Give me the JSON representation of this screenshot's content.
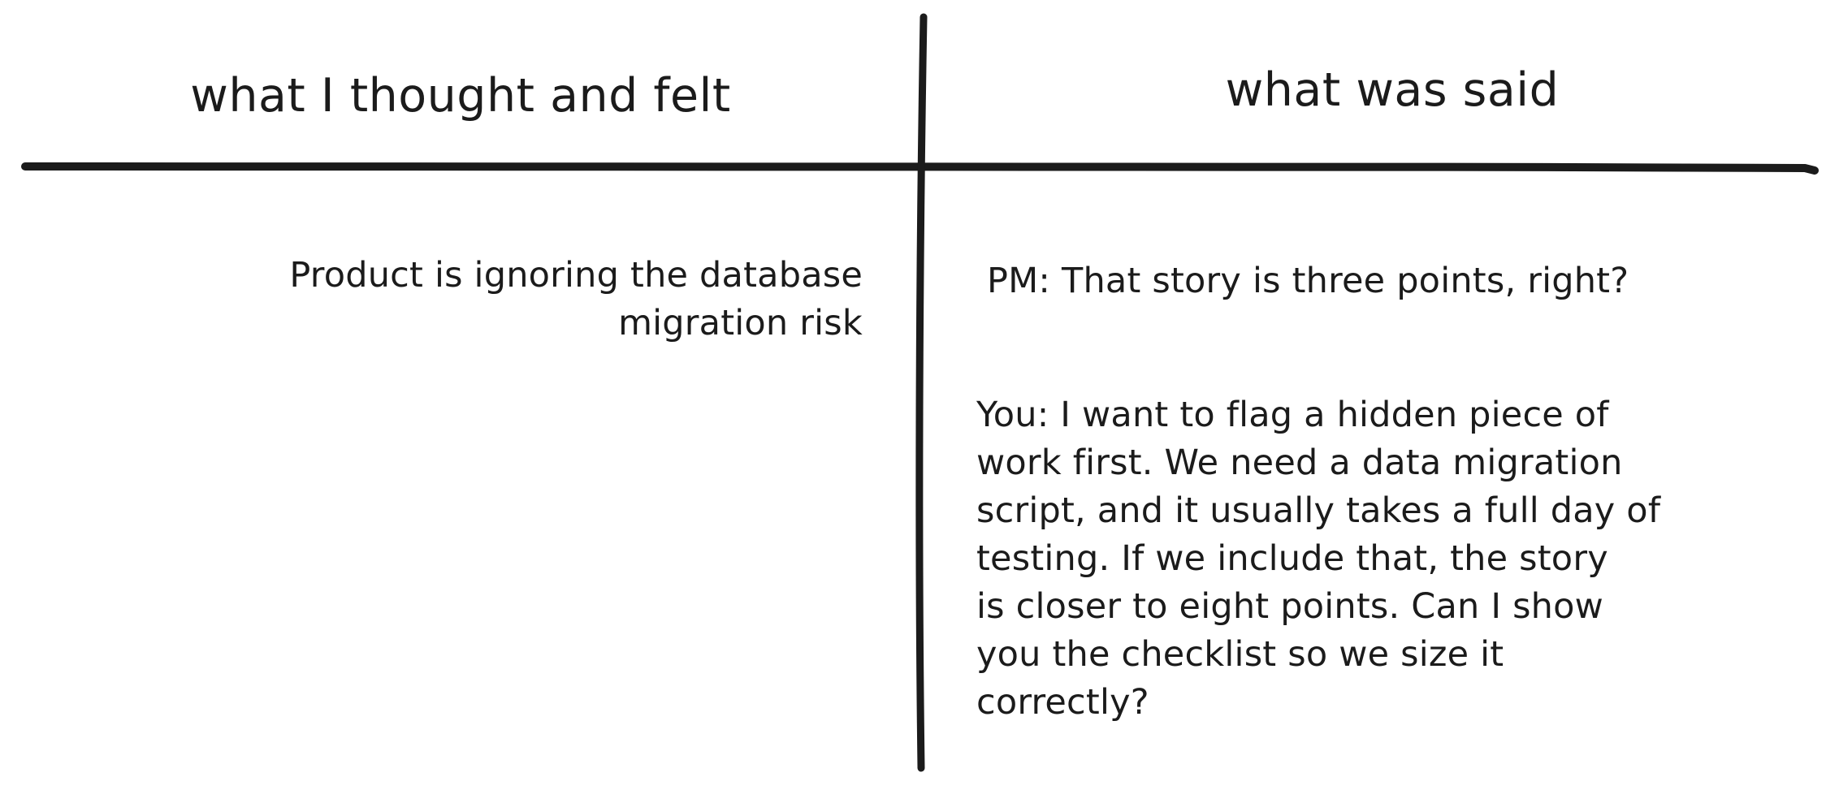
{
  "canvas": {
    "background_color": "#ffffff",
    "ink_color": "#1b1b1b"
  },
  "columns": {
    "left": {
      "header": "what I thought and felt",
      "note": "Product is ignoring the database\nmigration risk"
    },
    "right": {
      "header": "what was said",
      "pm_quote": "PM: That story is three points, right?",
      "you_quote": "You: I want to flag a hidden piece of\nwork first. We need a data migration\nscript, and it usually takes a full day of\ntesting. If we include that, the story\nis closer to eight points. Can I show\nyou the checklist so we size it\ncorrectly?"
    }
  }
}
